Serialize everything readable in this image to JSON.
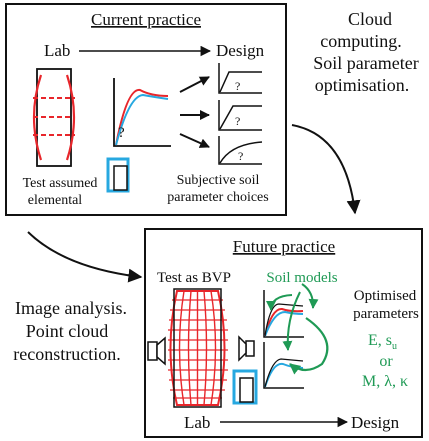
{
  "current": {
    "title": "Current practice",
    "lab": "Lab",
    "design": "Design",
    "question_mark": "?",
    "test_caption_line1": "Test assumed",
    "test_caption_line2": "elemental",
    "choices_line1": "Subjective soil",
    "choices_line2": "parameter choices"
  },
  "side_top": {
    "line1": "Cloud",
    "line2": "computing.",
    "line3": "Soil parameter",
    "line4": "optimisation."
  },
  "side_bottom": {
    "line1": "Image analysis.",
    "line2": "Point cloud",
    "line3": "reconstruction."
  },
  "future": {
    "title": "Future practice",
    "test_label": "Test as BVP",
    "soil_models": "Soil models",
    "optimised_line1": "Optimised",
    "optimised_line2": "parameters",
    "params_line1_main": "E, s",
    "params_line1_sub": "u",
    "params_line2": "or",
    "params_line3": "M, λ, κ",
    "lab": "Lab",
    "design": "Design"
  },
  "colors": {
    "red": "#e8262b",
    "blue": "#27a8e0",
    "green": "#1f9a55",
    "black": "#111111"
  }
}
